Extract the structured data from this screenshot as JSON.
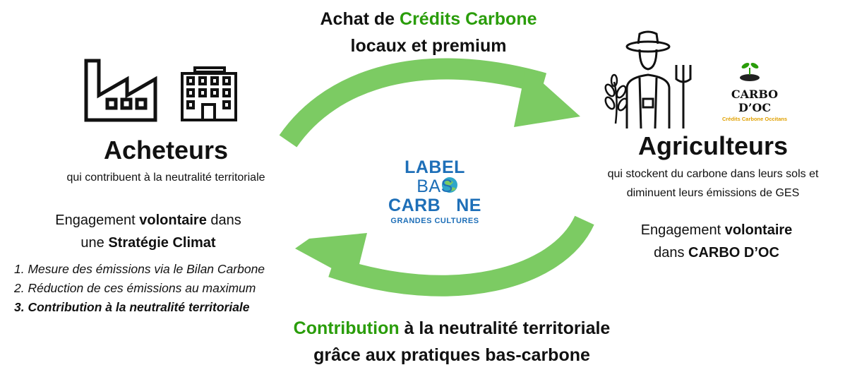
{
  "top_title": {
    "prefix": "Achat de ",
    "highlight": "Crédits Carbone",
    "line2": "locaux et premium"
  },
  "buyers": {
    "heading": "Acheteurs",
    "subtitle": "qui contribuent à la neutralité territoriale",
    "engagement": {
      "part1": "Engagement ",
      "bold1": "volontaire",
      "part2": " dans",
      "part3": "une ",
      "bold2": "Stratégie Climat"
    },
    "steps": [
      "1.  Mesure des émissions via le Bilan Carbone",
      "2.  Réduction de ces émissions au maximum",
      "3.  Contribution à la neutralité territoriale"
    ]
  },
  "farmers": {
    "heading": "Agriculteurs",
    "subtitle_line1": "qui stockent du carbone dans leurs sols et",
    "subtitle_line2": "diminuent leurs émissions de GES",
    "engagement": {
      "part1": "Engagement ",
      "bold1": "volontaire",
      "part2": "dans ",
      "bold2": "CARBO D’OC"
    }
  },
  "label_logo": {
    "line1_bold": "LABEL",
    "line1_thin": " BAS",
    "line2a": "CARB",
    "line2b": "NE",
    "line3": "GRANDES CULTURES"
  },
  "carbo_logo": {
    "name": "CARBO D’OC",
    "tagline": "Crédits Carbone Occitans"
  },
  "bottom_title": {
    "highlight": "Contribution",
    "rest": " à la neutralité territoriale",
    "line2": "grâce aux pratiques bas-carbone"
  },
  "colors": {
    "accent_green": "#2a9d0a",
    "arrow_green": "#7ccb63",
    "label_blue": "#1e6fb8",
    "carbo_yellow": "#e0a000"
  },
  "icons": [
    "factory-icon",
    "building-icon",
    "farmer-icon",
    "wheat-icon",
    "pitchfork-icon",
    "sprout-icon",
    "globe-icon",
    "cycle-arrow-top",
    "cycle-arrow-bottom"
  ]
}
